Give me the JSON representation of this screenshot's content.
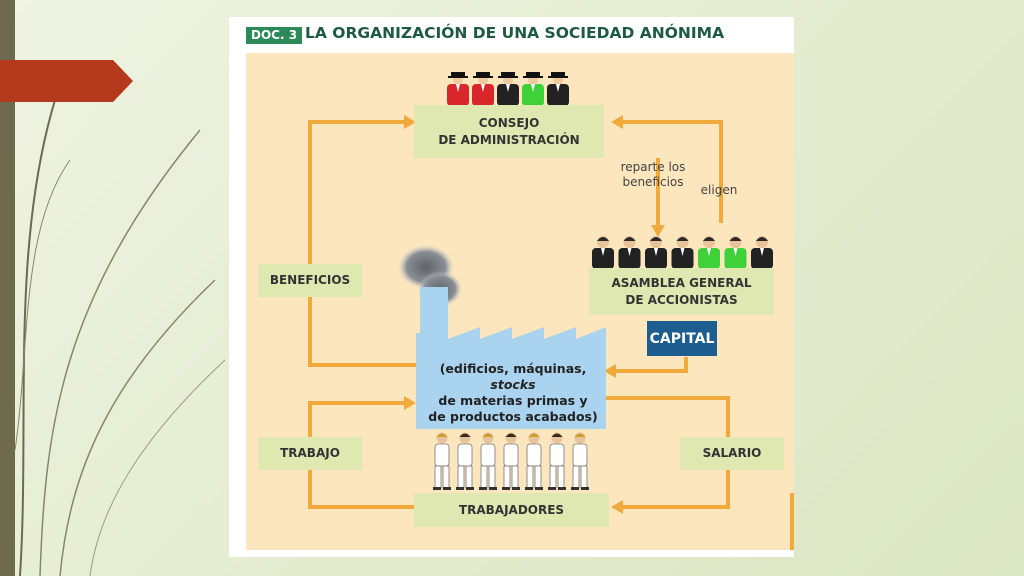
{
  "header": {
    "doc_label": "DOC. 3",
    "title": "LA ORGANIZACIÓN DE UNA SOCIEDAD ANÓNIMA"
  },
  "boxes": {
    "consejo_line1": "CONSEJO",
    "consejo_line2": "DE ADMINISTRACIÓN",
    "asamblea_line1": "ASAMBLEA GENERAL",
    "asamblea_line2": "DE ACCIONISTAS",
    "beneficios": "BENEFICIOS",
    "capital": "CAPITAL",
    "trabajo": "TRABAJO",
    "salario": "SALARIO",
    "trabajadores": "TRABAJADORES"
  },
  "labels": {
    "reparte_line1": "reparte los",
    "reparte_line2": "beneficios",
    "eligen": "eligen"
  },
  "factory": {
    "line1_prefix": "(edificios, máquinas, ",
    "line1_italic": "stocks",
    "line2": "de materias primas y",
    "line3": "de productos acabados)"
  },
  "colors": {
    "arrow": "#f2a93b",
    "box": "#dfe8b0",
    "capital": "#1d5d8f",
    "background": "#fbe6bd",
    "doc_tag": "#2b8a57",
    "title": "#1e5a42"
  },
  "icons": {
    "board_members": [
      "red",
      "red",
      "black",
      "green",
      "black"
    ],
    "shareholders": [
      "black",
      "black",
      "black",
      "black",
      "green",
      "green",
      "black"
    ],
    "workers_count": 7
  }
}
